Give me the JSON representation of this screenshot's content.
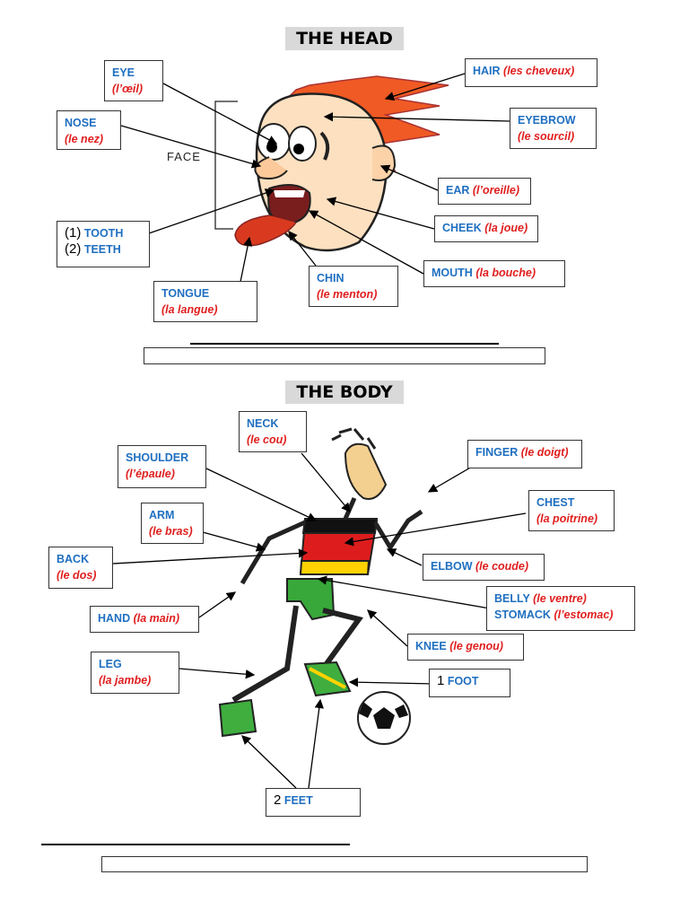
{
  "head": {
    "title": "THE HEAD",
    "face_label": "FACE",
    "labels": {
      "eye": {
        "en": "EYE",
        "fr": "(l’œil)"
      },
      "nose": {
        "en": "NOSE",
        "fr": "(le nez)"
      },
      "tooth1": {
        "num": "(1)",
        "en": "TOOTH"
      },
      "tooth2": {
        "num": "(2)",
        "en": "TEETH"
      },
      "tongue": {
        "en": "TONGUE",
        "fr": "(la langue)"
      },
      "chin": {
        "en": "CHIN",
        "fr": "(le menton)"
      },
      "hair": {
        "en": "HAIR",
        "fr": "(les cheveux)"
      },
      "eyebrow": {
        "en": "EYEBROW",
        "fr": "(le sourcil)"
      },
      "ear": {
        "en": "EAR",
        "fr": "(l’oreille)"
      },
      "cheek": {
        "en": "CHEEK",
        "fr": "(la joue)"
      },
      "mouth": {
        "en": "MOUTH",
        "fr": "(la bouche)"
      }
    }
  },
  "body": {
    "title": "THE BODY",
    "labels": {
      "neck": {
        "en": "NECK",
        "fr": "(le cou)"
      },
      "shoulder": {
        "en": "SHOULDER",
        "fr": "(l’épaule)"
      },
      "arm": {
        "en": "ARM",
        "fr": "(le bras)"
      },
      "back": {
        "en": "BACK",
        "fr": "(le dos)"
      },
      "hand": {
        "en": "HAND",
        "fr": "(la main)"
      },
      "leg": {
        "en": "LEG",
        "fr": "(la jambe)"
      },
      "finger": {
        "en": "FINGER",
        "fr": "(le doigt)"
      },
      "chest": {
        "en": "CHEST",
        "fr": "(la poitrine)"
      },
      "elbow": {
        "en": "ELBOW",
        "fr": "(le coude)"
      },
      "belly": {
        "en": "BELLY",
        "fr": "(le ventre)"
      },
      "stomack": {
        "en": "STOMACK",
        "fr": "(l’estomac)"
      },
      "knee": {
        "en": "KNEE",
        "fr": "(le genou)"
      },
      "foot": {
        "num": "1",
        "en": "FOOT"
      },
      "feet": {
        "num": "2",
        "en": "FEET"
      }
    }
  },
  "colors": {
    "english": "#1f6fc0",
    "french": "#e01e1e",
    "hair": "#f05a24",
    "skin": "#fde0c0"
  }
}
